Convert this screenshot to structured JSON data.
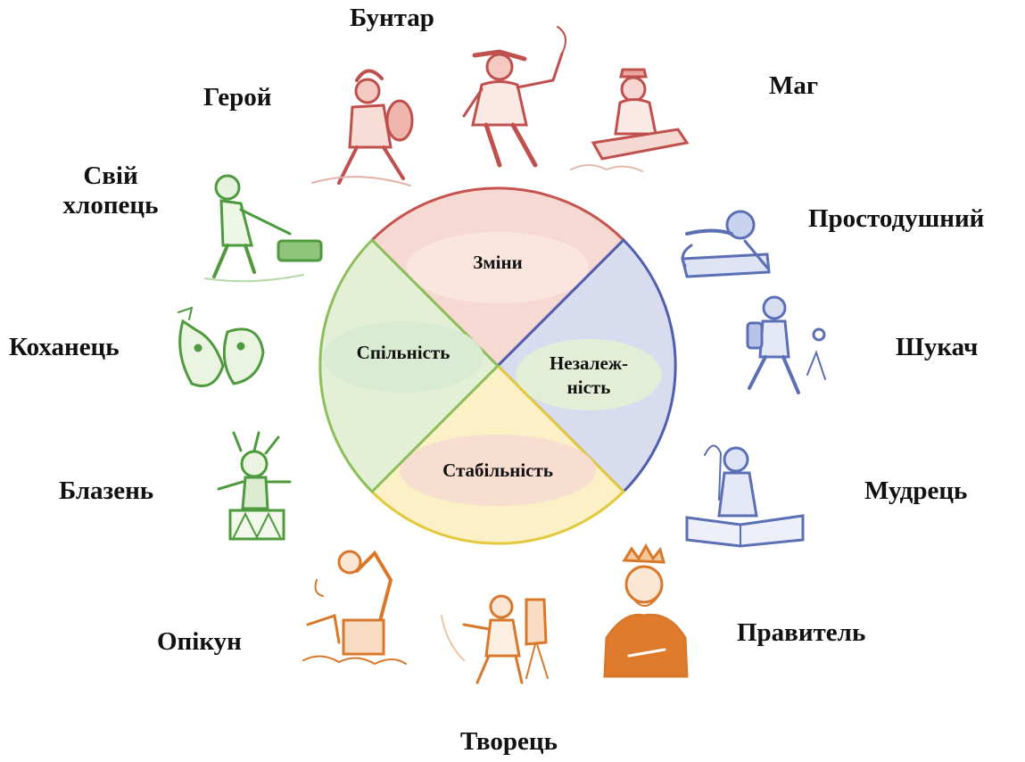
{
  "colors": {
    "red": "#c0504d",
    "blue": "#5b6fb5",
    "green": "#4e9a3e",
    "orange": "#d9782a",
    "seg_top_fill": "#f7d9d4",
    "seg_top_stroke": "#c7544e",
    "seg_right_fill": "#d9dcef",
    "seg_right_stroke": "#4f5fae",
    "seg_bottom_fill": "#fbf0c6",
    "seg_bottom_stroke": "#e3c93e",
    "seg_left_fill": "#e4f0d6",
    "seg_left_stroke": "#8cbf5a"
  },
  "wheel": {
    "segments": [
      {
        "id": "top",
        "label": "Зміни"
      },
      {
        "id": "right",
        "label_line1": "Незалеж-",
        "label_line2": "ність"
      },
      {
        "id": "bottom",
        "label": "Стабільність"
      },
      {
        "id": "left",
        "label": "Спільність"
      }
    ]
  },
  "archetypes": {
    "rebel": {
      "label": "Бунтар",
      "icon": "pirate-icon"
    },
    "magician": {
      "label": "Маг",
      "icon": "magic-carpet-icon"
    },
    "hero": {
      "label": "Герой",
      "icon": "warrior-icon"
    },
    "regular": {
      "label_line1": "Свій",
      "label_line2": "хлопець",
      "icon": "lawn-mower-icon"
    },
    "innocent": {
      "label": "Простодушний",
      "icon": "child-lying-icon"
    },
    "explorer": {
      "label": "Шукач",
      "icon": "hiker-icon"
    },
    "lover": {
      "label": "Коханець",
      "icon": "kissing-birds-icon"
    },
    "jester": {
      "label": "Блазень",
      "icon": "jester-icon"
    },
    "sage": {
      "label": "Мудрець",
      "icon": "scholar-icon"
    },
    "caregiver": {
      "label": "Опікун",
      "icon": "lifeguard-icon"
    },
    "creator": {
      "label": "Творець",
      "icon": "painter-icon"
    },
    "ruler": {
      "label": "Правитель",
      "icon": "king-icon"
    }
  }
}
